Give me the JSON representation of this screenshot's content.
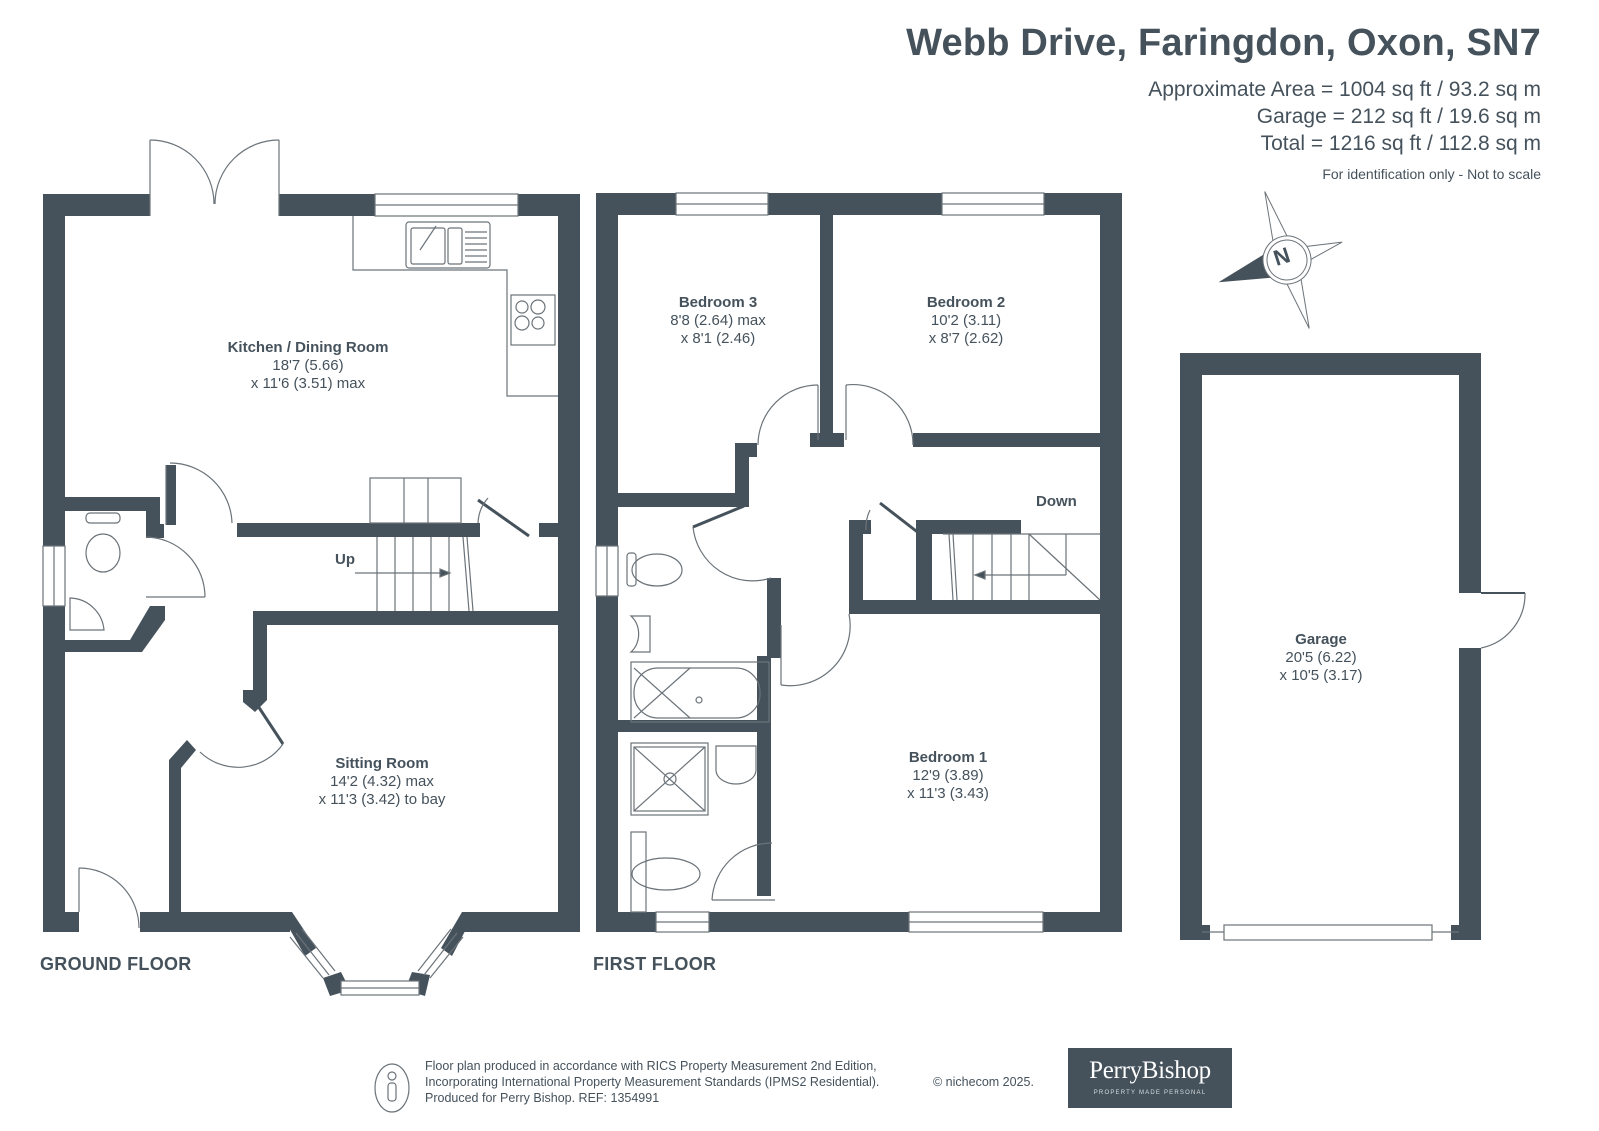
{
  "header": {
    "title": "Webb Drive, Faringdon, Oxon, SN7",
    "approximate_area": "Approximate Area = 1004 sq ft / 93.2 sq m",
    "garage_area": "Garage = 212 sq ft / 19.6 sq m",
    "total_area": "Total = 1216 sq ft / 112.8 sq m",
    "disclaimer": "For identification only - Not to scale"
  },
  "compass": {
    "icon": "north-compass-icon",
    "label": "N"
  },
  "floors": {
    "ground": {
      "label": "GROUND FLOOR",
      "stairs_label": "Up",
      "rooms": [
        {
          "name": "Kitchen / Dining Room",
          "dim1": "18'7 (5.66)",
          "dim2": "x 11'6 (3.51) max"
        },
        {
          "name": "Sitting Room",
          "dim1": "14'2 (4.32) max",
          "dim2": "x 11'3 (3.42) to bay"
        }
      ]
    },
    "first": {
      "label": "FIRST FLOOR",
      "stairs_label": "Down",
      "rooms": [
        {
          "name": "Bedroom 3",
          "dim1": "8'8 (2.64) max",
          "dim2": "x 8'1 (2.46)"
        },
        {
          "name": "Bedroom 2",
          "dim1": "10'2 (3.11)",
          "dim2": "x 8'7 (2.62)"
        },
        {
          "name": "Bedroom 1",
          "dim1": "12'9 (3.89)",
          "dim2": "x 11'3 (3.43)"
        }
      ]
    },
    "garage": {
      "rooms": [
        {
          "name": "Garage",
          "dim1": "20'5 (6.22)",
          "dim2": "x 10'5 (3.17)"
        }
      ]
    }
  },
  "footer": {
    "line1": "Floor plan produced in accordance with RICS Property Measurement 2nd Edition,",
    "line2": "Incorporating International Property Measurement Standards (IPMS2 Residential).",
    "line3": "Produced for Perry Bishop.   REF: 1354991",
    "copyright": "© nichecom 2025.",
    "icon": "information-person-icon"
  },
  "logo": {
    "brand": "PerryBishop",
    "tagline": "PROPERTY MADE PERSONAL"
  },
  "colors": {
    "wall": "#45525c",
    "fixture_line": "#6b7379",
    "background": "#ffffff"
  }
}
